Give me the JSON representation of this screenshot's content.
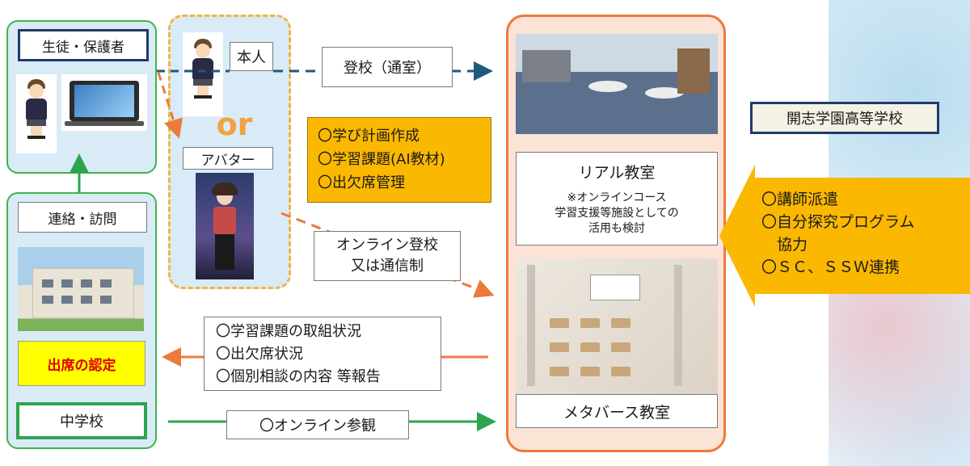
{
  "student_panel": {
    "title": "生徒・保護者"
  },
  "mode_panel": {
    "self_label": "本人",
    "or_label": "or",
    "avatar_label": "アバター"
  },
  "arrows": {
    "attend_school_label": "登校（通室）",
    "online_label_line1": "オンライン登校",
    "online_label_line2": "又は通信制",
    "online_observe_label": "〇オンライン参観"
  },
  "tasks_box": {
    "items": [
      "〇学び計画作成",
      "〇学習課題(AI教材)",
      "〇出欠席管理"
    ]
  },
  "classroom": {
    "real_title": "リアル教室",
    "real_note_line1": "※オンラインコース",
    "real_note_line2": "学習支援等施設としての",
    "real_note_line3": "活用も検討",
    "meta_title": "メタバース教室"
  },
  "school_panel": {
    "contact_label": "連絡・訪問",
    "attendance_label": "出席の認定",
    "name": "中学校"
  },
  "report_box": {
    "items": [
      "〇学習課題の取組状況",
      "〇出欠席状況",
      "〇個別相談の内容 等報告"
    ]
  },
  "support": {
    "school_name": "開志学園高等学校",
    "items": [
      "〇講師派遣",
      "〇自分探究プログラム",
      "　協力",
      "〇ＳＣ、ＳＳＷ連携"
    ]
  },
  "colors": {
    "green": "#3cb54a",
    "orange": "#ec7a3b",
    "dashed": "#f5b43a",
    "navy": "#1f3a6b",
    "yellow_box": "#fbb800",
    "red_text": "#e00000"
  }
}
